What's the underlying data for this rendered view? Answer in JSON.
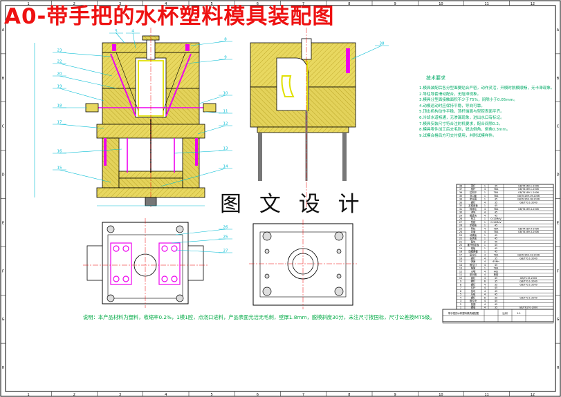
{
  "title": "A0-带手把的水杯塑料模具装配图",
  "watermark": "图 文 设 计",
  "tech_requirements": {
    "title": "技术要求",
    "items": [
      "1.模具装配后各分型面要贴合严密，动作灵活，开模时脱模顺畅，无卡滞现象。",
      "2.导柱导套滑动配合，无阻滞现象。",
      "3.模具分型面接触面积不少于75%，间隙小于0.05mm。",
      "4.动模运动时应保持平稳，导向可靠。",
      "5.顶出机构动作平稳，顶杆端面与型腔表面平齐。",
      "6.冷却水道畅通，无渗漏现象，进出水口有标记。",
      "7.模具安装尺寸符合注射机要求，配合间隙0.2。",
      "8.模具零件加工后去毛刺，锐边倒角，倒角0.3mm。",
      "9.试模合格后方可交付使用，并附试模样件。"
    ]
  },
  "note": "说明：本产品材料为塑料，收缩率0.2%，1模1腔，点浇口进料，产品表面光洁无毛刺，壁厚1.8mm，脱模斜度30分，未注尺寸按国标，尺寸公差按MT5级。",
  "callouts_left": [
    "23",
    "22",
    "20",
    "19",
    "18",
    "17",
    "16",
    "15"
  ],
  "callouts_top": [
    "5",
    "4"
  ],
  "callouts_right": [
    "8",
    "9",
    "10",
    "11",
    "12",
    "13",
    "14"
  ],
  "callouts_plan": [
    "26",
    "25",
    "27"
  ],
  "callout_right_view": "38",
  "grid_columns": [
    "1",
    "2",
    "3",
    "4",
    "5",
    "6",
    "7",
    "8",
    "9",
    "10",
    "11",
    "12"
  ],
  "grid_rows": [
    "A",
    "B",
    "C",
    "D",
    "E",
    "F",
    "G",
    "H"
  ],
  "bom": {
    "rows": [
      [
        "38",
        "顶杆",
        "1",
        "45",
        "GB/T4169.1-2006"
      ],
      [
        "37",
        "推杆",
        "4",
        "T8A",
        "GB/T4169.1-2006"
      ],
      [
        "36",
        "拉料杆",
        "1",
        "T8A",
        "GB/T4169.1-2006"
      ],
      [
        "35",
        "浇口套",
        "1",
        "T8A",
        "GB/T4169.19-2006"
      ],
      [
        "34",
        "定位圈",
        "1",
        "45",
        "GB/T4169.18-2006"
      ],
      [
        "33",
        "螺钉",
        "4",
        "35",
        "GB/T70.1-2000"
      ],
      [
        "32",
        "定模座板",
        "1",
        "45",
        ""
      ],
      [
        "31",
        "斜导柱",
        "4",
        "T8A",
        "GB/T4169.4-2006"
      ],
      [
        "30",
        "滑块",
        "4",
        "45",
        ""
      ],
      [
        "29",
        "楔紧块",
        "4",
        "45",
        ""
      ],
      [
        "28",
        "型芯",
        "1",
        "Cr12MoV",
        ""
      ],
      [
        "27",
        "型腔",
        "1",
        "Cr12MoV",
        ""
      ],
      [
        "26",
        "定模板",
        "1",
        "45",
        ""
      ],
      [
        "25",
        "导柱",
        "4",
        "T8A",
        "GB/T4169.4-2006"
      ],
      [
        "24",
        "导套",
        "4",
        "T8A",
        "GB/T4169.3-2006"
      ],
      [
        "23",
        "动模板",
        "1",
        "45",
        ""
      ],
      [
        "22",
        "支承板",
        "1",
        "45",
        ""
      ],
      [
        "21",
        "垫块",
        "2",
        "45",
        ""
      ],
      [
        "20",
        "推杆固定板",
        "1",
        "45",
        ""
      ],
      [
        "19",
        "推板",
        "1",
        "45",
        ""
      ],
      [
        "18",
        "动模座板",
        "1",
        "45",
        ""
      ],
      [
        "17",
        "复位杆",
        "4",
        "T8A",
        "GB/T4169.13-2006"
      ],
      [
        "16",
        "螺钉",
        "4",
        "35",
        "GB/T70.1-2000"
      ],
      [
        "15",
        "弹簧",
        "4",
        "65Mn",
        ""
      ],
      [
        "14",
        "限位钉",
        "4",
        "45",
        ""
      ],
      [
        "13",
        "推管",
        "1",
        "T8A",
        ""
      ],
      [
        "12",
        "水嘴",
        "4",
        "H62",
        ""
      ],
      [
        "11",
        "密封圈",
        "4",
        "橡胶",
        ""
      ],
      [
        "10",
        "销钉",
        "4",
        "45",
        "GB/T119-2000"
      ],
      [
        "9",
        "螺钉",
        "6",
        "35",
        "GB/T70.1-2000"
      ],
      [
        "8",
        "螺钉",
        "4",
        "35",
        "GB/T70.1-2000"
      ],
      [
        "7",
        "拉杆",
        "4",
        "45",
        ""
      ],
      [
        "6",
        "挡块",
        "4",
        "45",
        ""
      ],
      [
        "5",
        "压板",
        "4",
        "45",
        ""
      ],
      [
        "4",
        "螺钉",
        "8",
        "35",
        "GB/T70.1-2000"
      ],
      [
        "3",
        "限位块",
        "4",
        "45",
        ""
      ],
      [
        "2",
        "垫圈",
        "4",
        "45",
        ""
      ],
      [
        "1",
        "螺母",
        "4",
        "35",
        "GB/T6170-2000"
      ]
    ],
    "footer": [
      "带手把的水杯塑料模具装配图",
      "比例",
      "1:1"
    ]
  },
  "colors": {
    "title": "#ee1111",
    "outline": "#000000",
    "plate_fill": "#e8d860",
    "hatch": "#b8a020",
    "callout": "#00bcd4",
    "magenta": "#ee00ee",
    "red": "#ee0000",
    "yellow": "#e0e000",
    "green_text": "#00aa66"
  }
}
